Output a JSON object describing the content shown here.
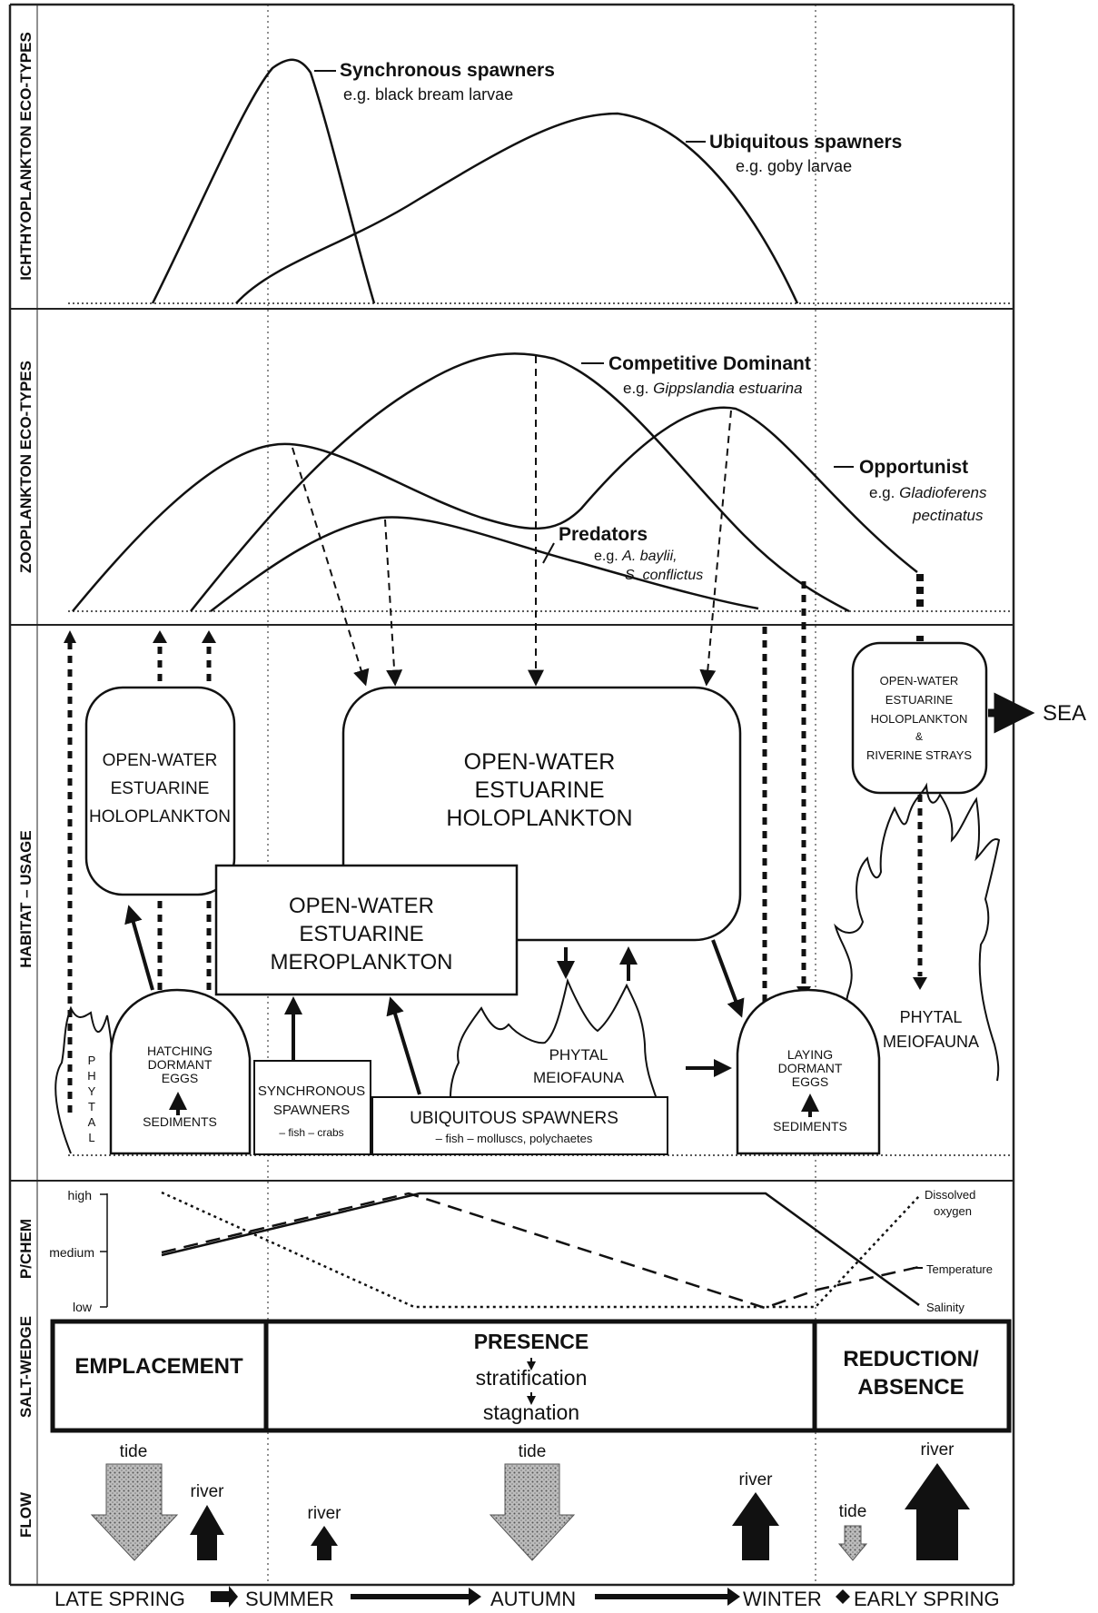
{
  "panels": {
    "ichthyo": "ICHTHYOPLANKTON ECO-TYPES",
    "zoo": "ZOOPLANKTON ECO-TYPES",
    "habitat": "HABITAT – USAGE",
    "pchem": "P/CHEM",
    "saltwedge": "SALT-WEDGE",
    "flow": "FLOW"
  },
  "ichthyo": {
    "sync_title": "Synchronous spawners",
    "sync_eg": "e.g. black bream larvae",
    "ubiq_title": "Ubiquitous spawners",
    "ubiq_eg": "e.g. goby larvae"
  },
  "zoo": {
    "comp_title": "Competitive Dominant",
    "comp_eg_prefix": "e.g. ",
    "comp_eg_species": "Gippslandia estuarina",
    "opp_title": "Opportunist",
    "opp_eg_prefix": "e.g. ",
    "opp_eg_species1": "Gladioferens",
    "opp_eg_species2": "pectinatus",
    "pred_title": "Predators",
    "pred_eg_prefix": "e.g. ",
    "pred_eg_species1": "A. baylii,",
    "pred_eg_species2": "S. conflictus"
  },
  "habitat": {
    "box_left": [
      "OPEN-WATER",
      "ESTUARINE",
      "HOLOPLANKTON"
    ],
    "box_center": [
      "OPEN-WATER",
      "ESTUARINE",
      "HOLOPLANKTON"
    ],
    "box_mero": [
      "OPEN-WATER",
      "ESTUARINE",
      "MEROPLANKTON"
    ],
    "box_right": [
      "OPEN-WATER",
      "ESTUARINE",
      "HOLOPLANKTON",
      "&",
      "RIVERINE STRAYS"
    ],
    "sea": "SEA",
    "phytal_vertical": [
      "P",
      "H",
      "Y",
      "T",
      "A",
      "L"
    ],
    "hatching": [
      "HATCHING",
      "DORMANT",
      "EGGS"
    ],
    "sediments_left": "SEDIMENTS",
    "sync_spawners": [
      "SYNCHRONOUS",
      "SPAWNERS"
    ],
    "sync_spawners_sub": "– fish    – crabs",
    "ubiq_spawners": "UBIQUITOUS SPAWNERS",
    "ubiq_spawners_sub": "– fish    – molluscs, polychaetes",
    "phytal_meio_mid": [
      "PHYTAL",
      "MEIOFAUNA"
    ],
    "laying": [
      "LAYING",
      "DORMANT",
      "EGGS"
    ],
    "sediments_right": "SEDIMENTS",
    "phytal_meio_right": [
      "PHYTAL",
      "MEIOFAUNA"
    ]
  },
  "pchem": {
    "levels": [
      "high",
      "medium",
      "low"
    ],
    "legend": [
      "Dissolved",
      "oxygen",
      "Temperature",
      "Salinity"
    ]
  },
  "saltwedge": {
    "emplacement": "EMPLACEMENT",
    "presence": "PRESENCE",
    "stratification": "stratification",
    "stagnation": "stagnation",
    "reduction1": "REDUCTION/",
    "reduction2": "ABSENCE"
  },
  "flow": {
    "labels": [
      "tide",
      "river",
      "river",
      "tide",
      "river",
      "tide",
      "river"
    ]
  },
  "seasons": [
    "LATE SPRING",
    "SUMMER",
    "AUTUMN",
    "WINTER",
    "EARLY SPRING"
  ]
}
